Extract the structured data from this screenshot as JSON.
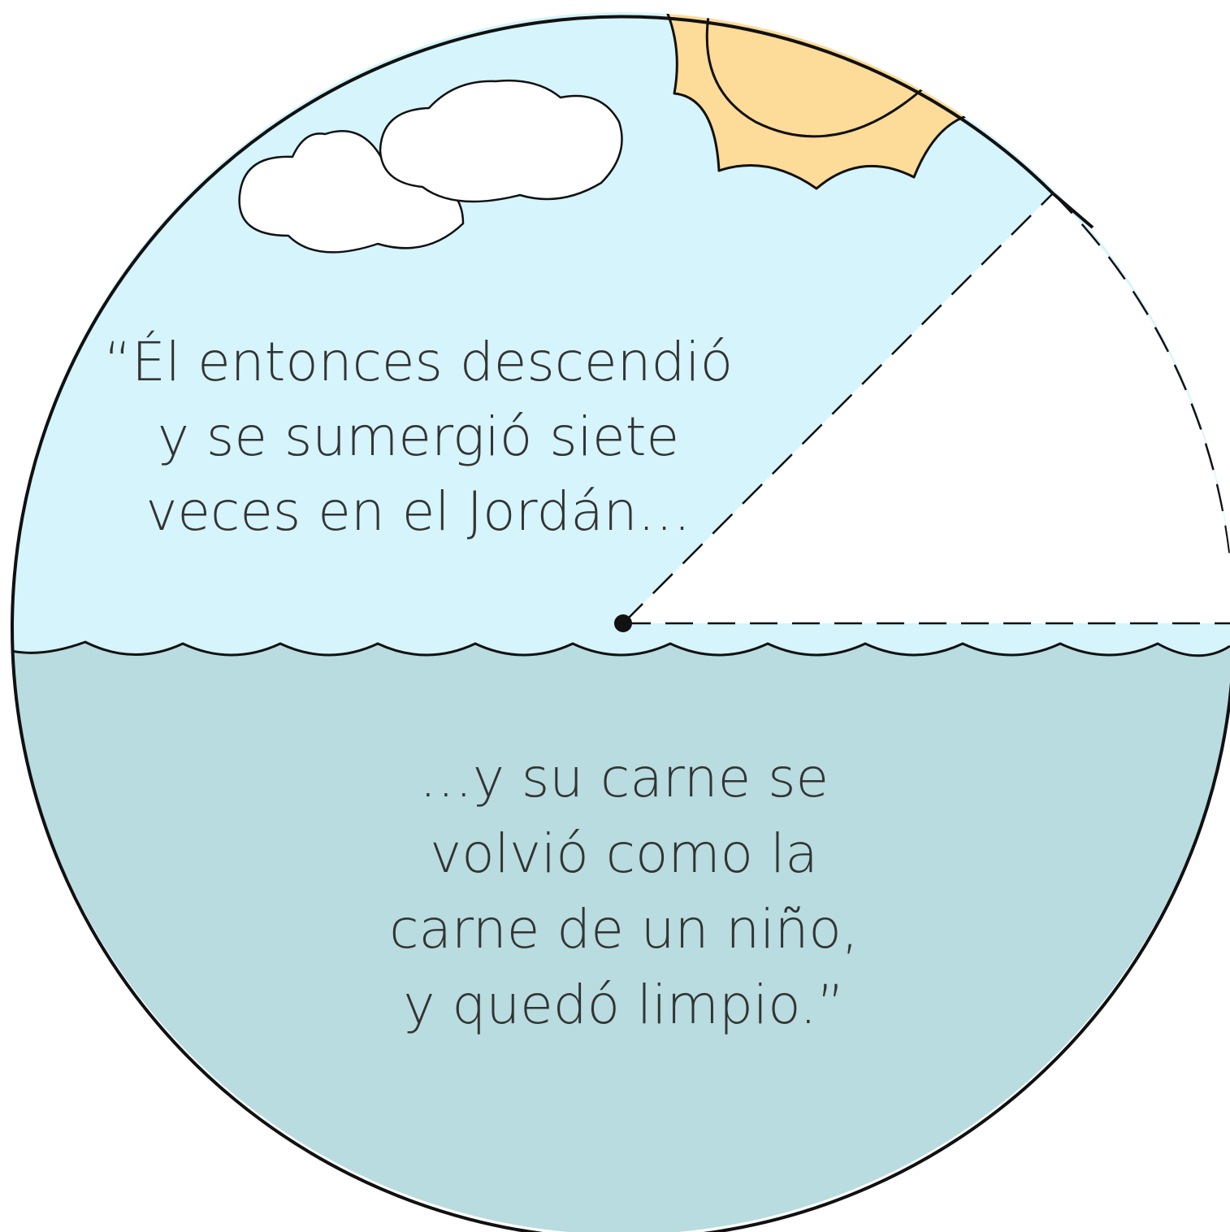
{
  "colors": {
    "sky": "#d5f4fb",
    "water": "#b8dcdf",
    "sun": "#fddb98",
    "cloud": "#ffffff",
    "outline": "#111111",
    "text": "#333333",
    "cutout": "#ffffff"
  },
  "icons": [
    "sun-icon",
    "cloud-icon",
    "wave-line-icon",
    "pivot-dot-icon"
  ],
  "top_text": {
    "line1": "“Él entonces descendió",
    "line2": "y se sumergió siete",
    "line3": "veces en el Jordán…"
  },
  "bottom_text": {
    "line1": "…y su carne se",
    "line2": "volvió como la",
    "line3": "carne de un niño,",
    "line4": "y quedó limpio.”"
  }
}
